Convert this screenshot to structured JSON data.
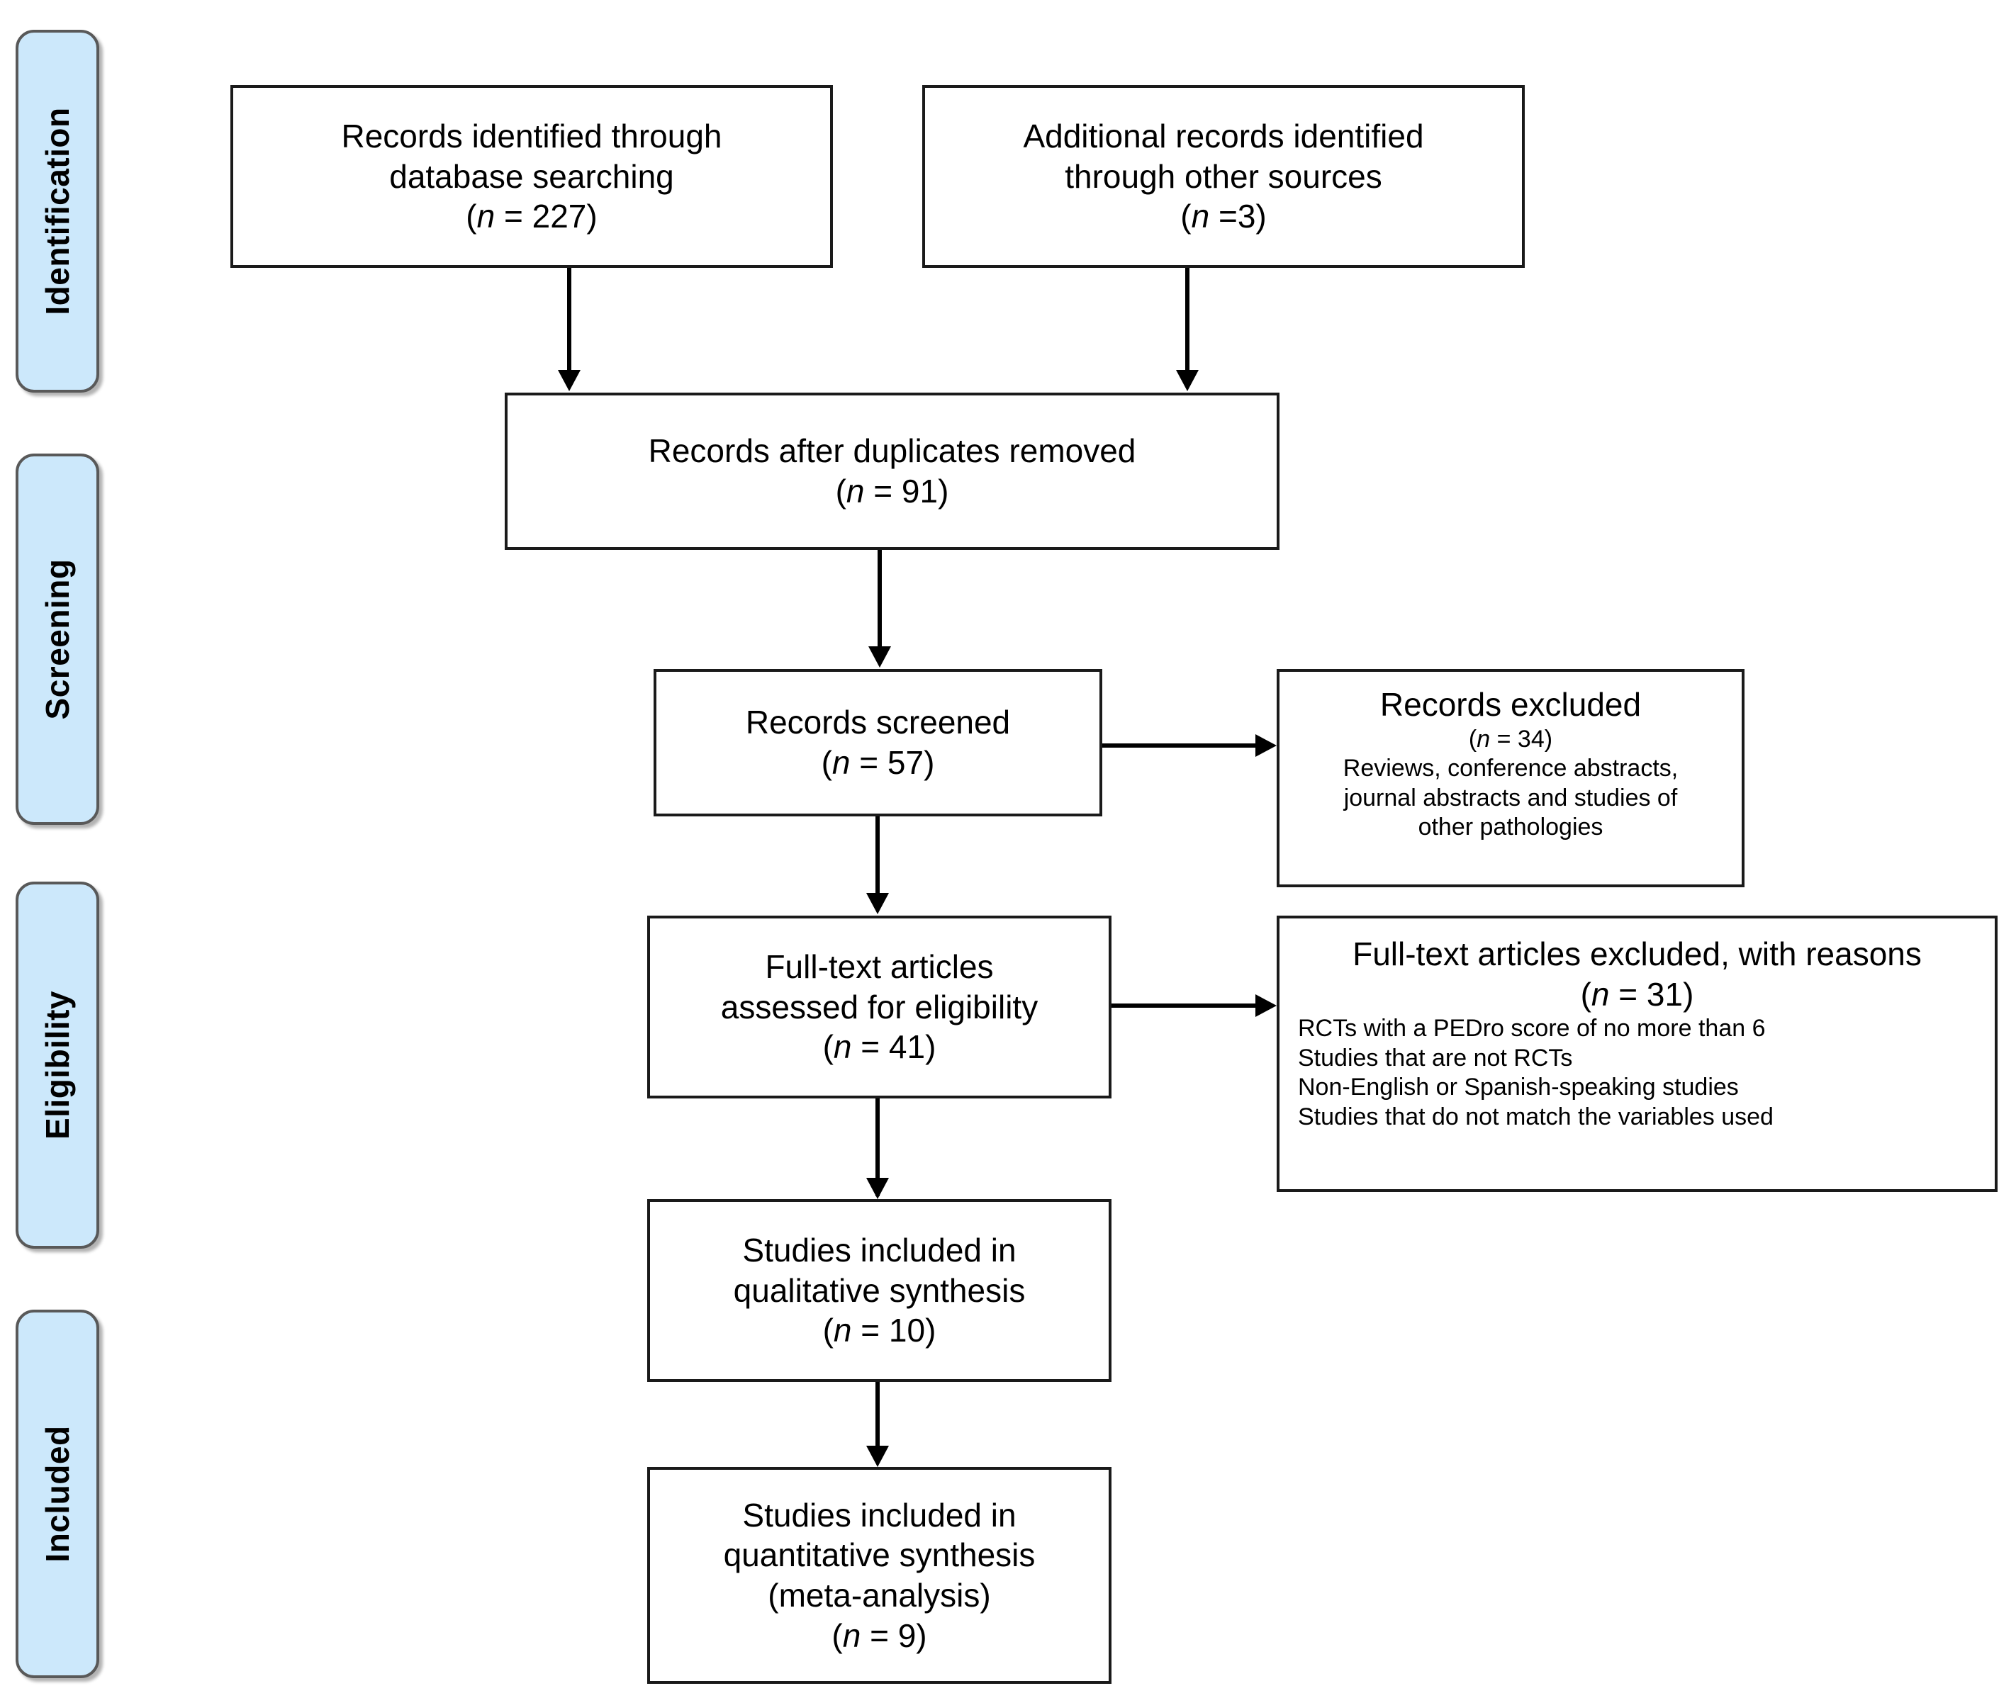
{
  "figure": {
    "type": "prisma-flow-diagram",
    "background_color": "#ffffff",
    "stage_pill_color": "#cce8fb",
    "box_border_color": "#1a1a1a",
    "text_color": "#000000"
  },
  "stages": [
    {
      "label": "Identification"
    },
    {
      "label": "Screening"
    },
    {
      "label": "Eligibility"
    },
    {
      "label": "Included"
    }
  ],
  "boxes": {
    "records_identified": {
      "lines": [
        "Records identified through",
        "database searching"
      ],
      "count_prefix": "(",
      "count_n": "n",
      "count_value": " = 227)"
    },
    "additional_records": {
      "lines": [
        "Additional records identified",
        "through other sources"
      ],
      "count_prefix": "(",
      "count_n": "n",
      "count_value": " =3)"
    },
    "duplicates_removed": {
      "lines": [
        "Records after duplicates removed"
      ],
      "count_prefix": "(",
      "count_n": "n",
      "count_value": " = 91)"
    },
    "records_screened": {
      "lines": [
        "Records screened"
      ],
      "count_prefix": "(",
      "count_n": "n",
      "count_value": " = 57)"
    },
    "records_excluded": {
      "lines": [
        "Records excluded"
      ],
      "count_prefix": "(",
      "count_n": "n",
      "count_value": " = 34)",
      "detail_lines": [
        "Reviews, conference abstracts,",
        "journal abstracts and studies of",
        "other pathologies"
      ]
    },
    "fulltext_assessed": {
      "lines": [
        "Full-text articles",
        "assessed for eligibility"
      ],
      "count_prefix": "(",
      "count_n": "n",
      "count_value": " = 41)"
    },
    "fulltext_excluded": {
      "lines": [
        "Full-text articles excluded, with reasons"
      ],
      "count_prefix": "(",
      "count_n": "n",
      "count_value": " = 31)",
      "reason_lines": [
        "RCTs with a PEDro score of no more than 6",
        "Studies that are not RCTs",
        "Non-English or Spanish-speaking studies",
        "Studies that do not match the variables used"
      ]
    },
    "qualitative_synthesis": {
      "lines": [
        "Studies included in",
        "qualitative synthesis"
      ],
      "count_prefix": "(",
      "count_n": "n",
      "count_value": " = 10)"
    },
    "quantitative_synthesis": {
      "lines": [
        "Studies included in",
        "quantitative synthesis",
        "(meta-analysis)"
      ],
      "count_prefix": "(",
      "count_n": "n",
      "count_value": " = 9)"
    }
  }
}
